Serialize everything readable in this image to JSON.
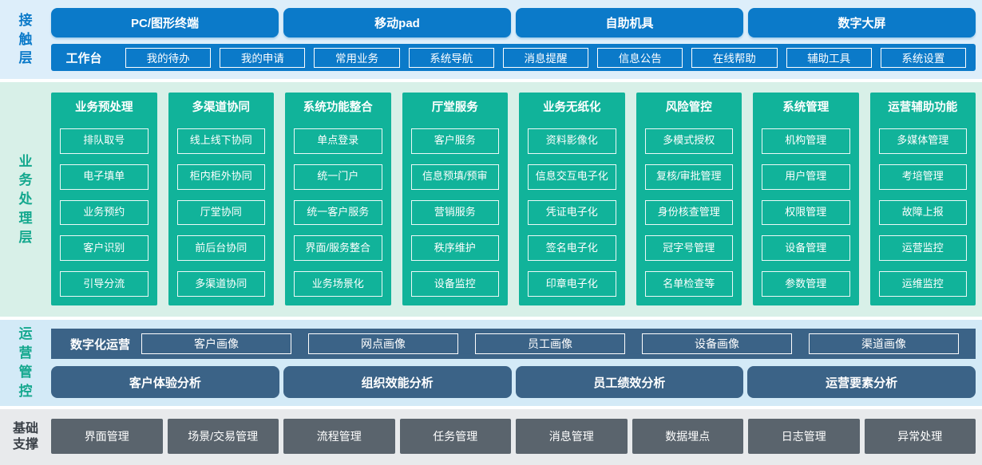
{
  "layers": {
    "contact": {
      "label": "接触层",
      "channels": [
        "PC/图形终端",
        "移动pad",
        "自助机具",
        "数字大屏"
      ],
      "workbench": {
        "label": "工作台",
        "items": [
          "我的待办",
          "我的申请",
          "常用业务",
          "系统导航",
          "消息提醒",
          "信息公告",
          "在线帮助",
          "辅助工具",
          "系统设置"
        ]
      }
    },
    "business": {
      "label": "业务处理层",
      "columns": [
        {
          "title": "业务预处理",
          "items": [
            "排队取号",
            "电子填单",
            "业务预约",
            "客户识别",
            "引导分流"
          ]
        },
        {
          "title": "多渠道协同",
          "items": [
            "线上线下协同",
            "柜内柜外协同",
            "厅堂协同",
            "前后台协同",
            "多渠道协同"
          ]
        },
        {
          "title": "系统功能整合",
          "items": [
            "单点登录",
            "统一门户",
            "统一客户服务",
            "界面/服务整合",
            "业务场景化"
          ]
        },
        {
          "title": "厅堂服务",
          "items": [
            "客户服务",
            "信息预填/预审",
            "营销服务",
            "秩序维护",
            "设备监控"
          ]
        },
        {
          "title": "业务无纸化",
          "items": [
            "资料影像化",
            "信息交互电子化",
            "凭证电子化",
            "签名电子化",
            "印章电子化"
          ]
        },
        {
          "title": "风险管控",
          "items": [
            "多模式授权",
            "复核/审批管理",
            "身份核查管理",
            "冠字号管理",
            "名单检查等"
          ]
        },
        {
          "title": "系统管理",
          "items": [
            "机构管理",
            "用户管理",
            "权限管理",
            "设备管理",
            "参数管理"
          ]
        },
        {
          "title": "运营辅助功能",
          "items": [
            "多媒体管理",
            "考培管理",
            "故障上报",
            "运营监控",
            "运维监控"
          ]
        }
      ]
    },
    "operations": {
      "label": "运营管控",
      "digital": {
        "label": "数字化运营",
        "items": [
          "客户画像",
          "网点画像",
          "员工画像",
          "设备画像",
          "渠道画像"
        ]
      },
      "analysis": [
        "客户体验分析",
        "组织效能分析",
        "员工绩效分析",
        "运营要素分析"
      ]
    },
    "foundation": {
      "label": "基础支撑",
      "items": [
        "界面管理",
        "场景/交易管理",
        "流程管理",
        "任务管理",
        "消息管理",
        "数据埋点",
        "日志管理",
        "异常处理"
      ]
    }
  },
  "colors": {
    "accent_blue": "#0b7ac9",
    "layer1_bg": "#ddeefa",
    "accent_green": "#11b39a",
    "layer2_bg": "#d8f0e8",
    "accent_navy": "#3b6387",
    "layer3_bg": "#d3eaf7",
    "accent_gray": "#5a646d",
    "layer4_bg": "#e8eaec"
  }
}
